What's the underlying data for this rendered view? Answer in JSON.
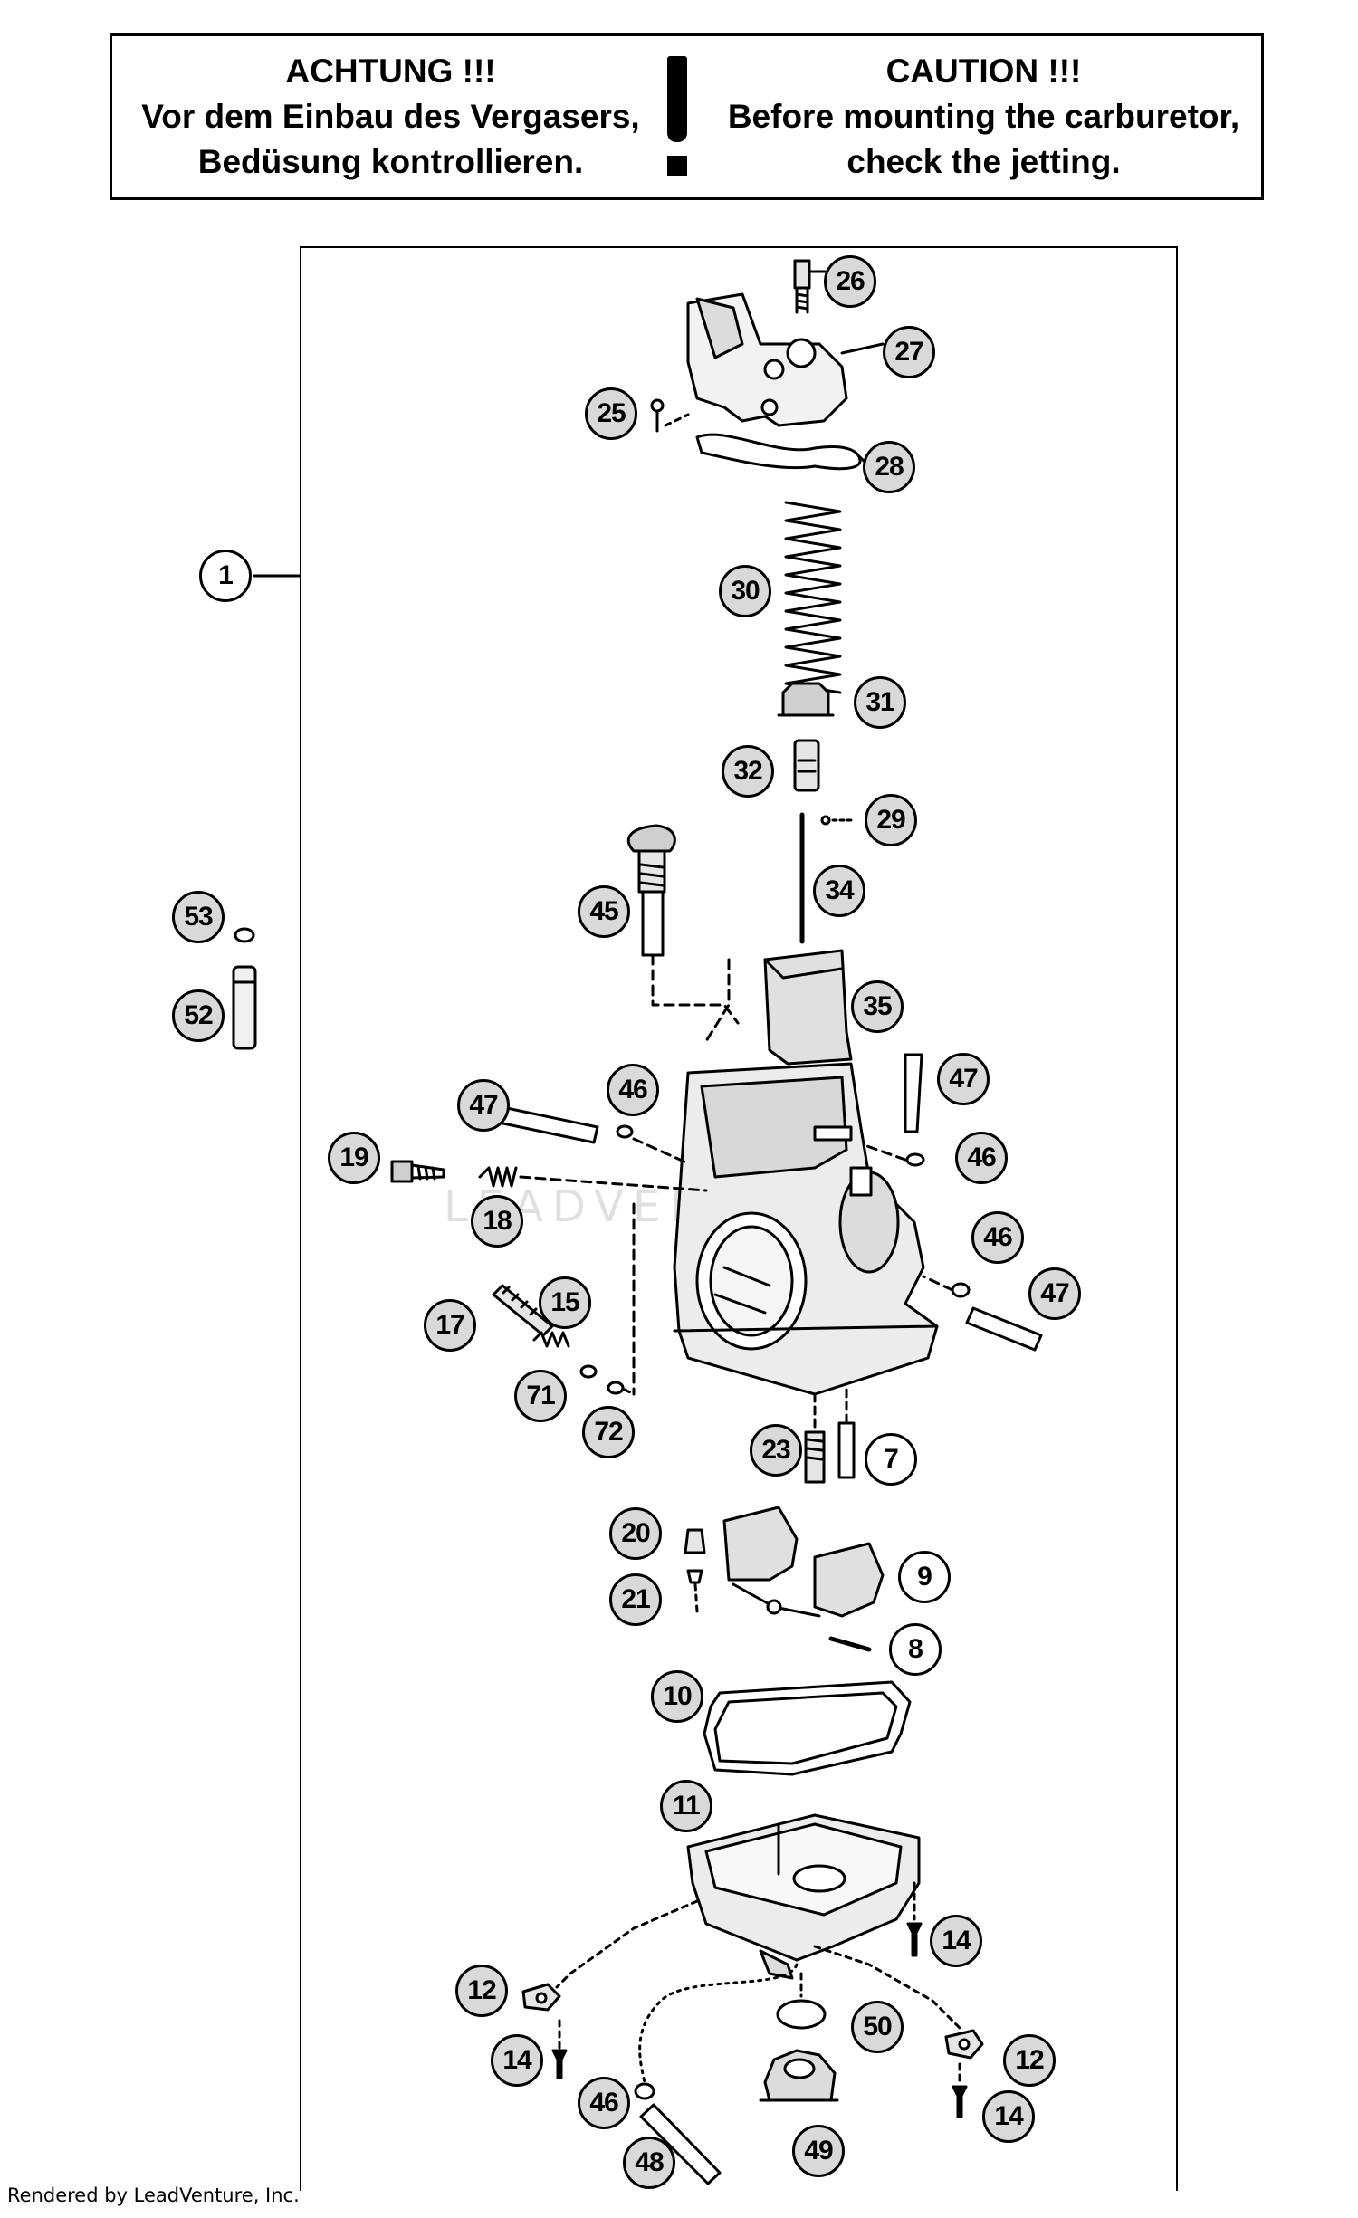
{
  "caution": {
    "german": [
      "ACHTUNG !!!",
      "Vor dem Einbau des Vergasers,",
      "Bedüsung kontrollieren."
    ],
    "english": [
      "CAUTION !!!",
      "Before mounting the carburetor,",
      "check the jetting."
    ]
  },
  "watermark": "LEADVENTURE",
  "credit": "Rendered by LeadVenture, Inc.",
  "callouts": {
    "c1": "1",
    "c26": "26",
    "c27": "27",
    "c25": "25",
    "c28": "28",
    "c30": "30",
    "c31": "31",
    "c32": "32",
    "c29": "29",
    "c34": "34",
    "c53": "53",
    "c45": "45",
    "c52": "52",
    "c35": "35",
    "c47a": "47",
    "c46a": "46",
    "c47b": "47",
    "c19": "19",
    "c46b": "46",
    "c18": "18",
    "c46c": "46",
    "c15": "15",
    "c47c": "47",
    "c17": "17",
    "c71": "71",
    "c72": "72",
    "c23": "23",
    "c7": "7",
    "c20": "20",
    "c9": "9",
    "c21": "21",
    "c8": "8",
    "c10": "10",
    "c11": "11",
    "c14a": "14",
    "c12a": "12",
    "c50": "50",
    "c14b": "14",
    "c12b": "12",
    "c46d": "46",
    "c14c": "14",
    "c49": "49",
    "c48": "48"
  }
}
